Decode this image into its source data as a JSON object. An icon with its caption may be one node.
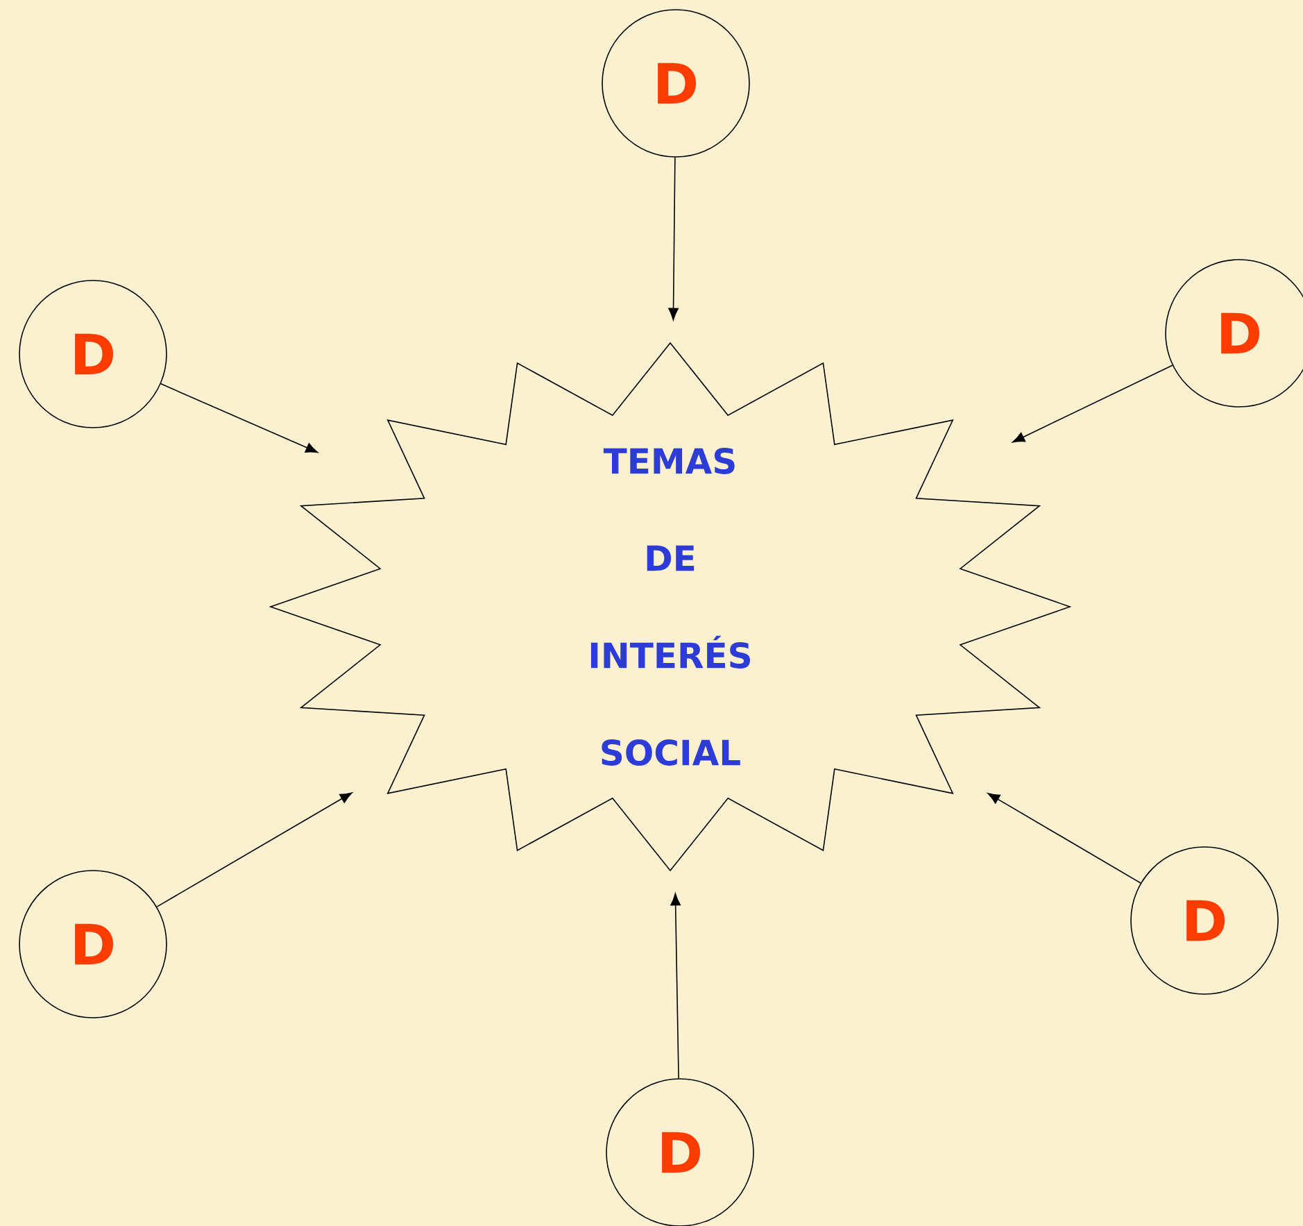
{
  "diagram": {
    "nodes": [
      {
        "text": [
          "TEMAS DE INTERÉS SOCIAL"
        ]
      },
      {
        "text": [
          "D"
        ]
      },
      {
        "text": [
          "D"
        ]
      },
      {
        "text": [
          "D"
        ]
      },
      {
        "text": [
          "D"
        ]
      },
      {
        "text": [
          "D"
        ]
      },
      {
        "text": [
          "D"
        ]
      }
    ],
    "edges": [
      {
        "from": 1,
        "to": 0,
        "arrow": "to"
      },
      {
        "from": 2,
        "to": 0,
        "arrow": "to"
      },
      {
        "from": 3,
        "to": 0,
        "arrow": "to"
      },
      {
        "from": 4,
        "to": 0,
        "arrow": "to"
      },
      {
        "from": 5,
        "to": 0,
        "arrow": "to"
      },
      {
        "from": 6,
        "to": 0,
        "arrow": "to"
      }
    ]
  }
}
